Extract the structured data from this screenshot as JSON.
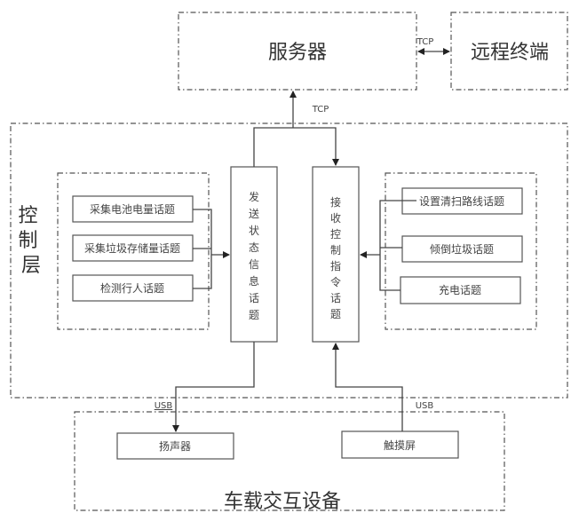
{
  "diagram": {
    "server": {
      "label": "服务器"
    },
    "remote_terminal": {
      "label": "远程终端"
    },
    "server_remote_link": {
      "label": "TCP"
    },
    "server_control_link": {
      "label": "TCP"
    },
    "control_layer": {
      "label": "控制层",
      "send_status_topic": {
        "label": "发送状态信息话题"
      },
      "receive_command_topic": {
        "label": "接收控制指令话题"
      },
      "publish_group": {
        "items": [
          {
            "label": "采集电池电量话题"
          },
          {
            "label": "采集垃圾存储量话题"
          },
          {
            "label": "检测行人话题"
          }
        ]
      },
      "subscribe_group": {
        "items": [
          {
            "label": "设置清扫路线话题"
          },
          {
            "label": "倾倒垃圾话题"
          },
          {
            "label": "充电话题"
          }
        ]
      }
    },
    "usb_links": [
      {
        "label": "USB"
      },
      {
        "label": "USB"
      }
    ],
    "vehicle_devices": {
      "label": "车载交互设备",
      "speaker": {
        "label": "扬声器"
      },
      "touchscreen": {
        "label": "触摸屏"
      }
    }
  }
}
